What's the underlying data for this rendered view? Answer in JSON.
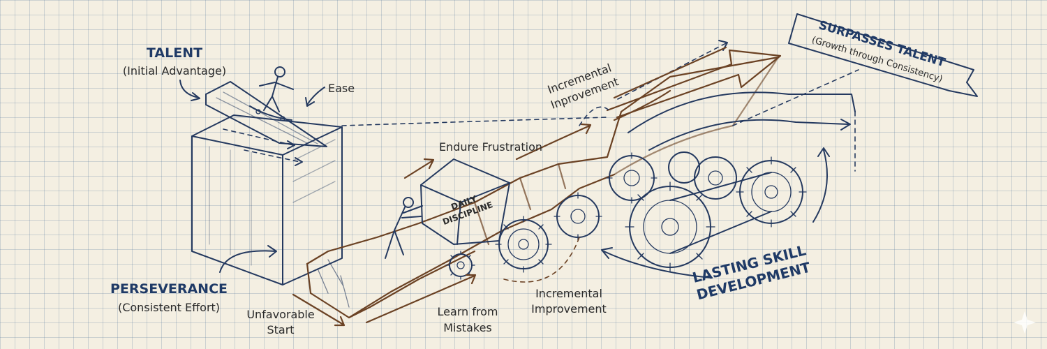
{
  "labels": {
    "talent": "TALENT",
    "talent_sub": "(Initial Advantage)",
    "ease": "Ease",
    "perseverance": "PERSEVERANCE",
    "perseverance_sub": "(Consistent Effort)",
    "unfavorable_line1": "Unfavorable",
    "unfavorable_line2": "Start",
    "endure_frustration": "Endure Frustration",
    "box_line1": "DAILY",
    "box_line2": "DISCIPLINE",
    "learn_line1": "Learn from",
    "learn_line2": "Mistakes",
    "incremental_bottom_line1": "Incremental",
    "incremental_bottom_line2": "Improvement",
    "incremental_top_line1": "Incremental",
    "incremental_top_line2": "Inprovement",
    "lasting_line1": "LASTING SKILL",
    "lasting_line2": "DEVELOPMENT",
    "banner_title": "SURPASSES TALENT",
    "banner_sub": "(Growth through Consistency)"
  },
  "colors": {
    "paper": "#f4efe2",
    "ink_blue": "#24395f",
    "ink_brown": "#6b4224",
    "grid": "#8aa4c0"
  }
}
